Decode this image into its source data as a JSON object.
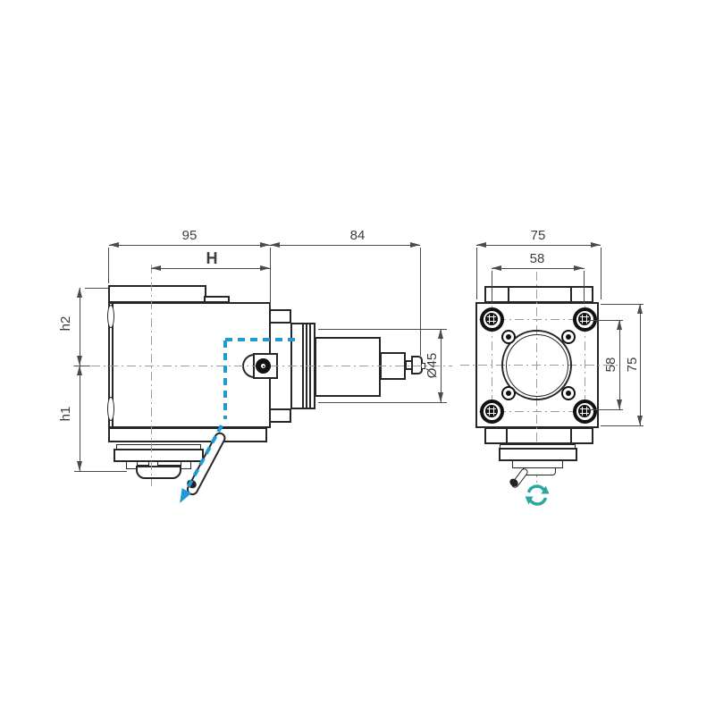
{
  "drawing": {
    "colors": {
      "outline": "#262626",
      "dimension": "#4a4a4a",
      "centerline": "#9b9b9b",
      "coolant_path_blue": "#1e9ad6",
      "rotation_arrow_teal": "#2aa79e"
    },
    "icons": {
      "coolant_flow_arrow": "dashed-blue-flow-arrow",
      "rotation_arrow": "teal-circular-rotation-arrows"
    }
  },
  "views": {
    "side": {
      "dims": {
        "width_main": "95",
        "width_spindle": "84",
        "gauge_height": "H",
        "upper_height": "h2",
        "lower_height": "h1",
        "spindle_dia": "Ø45"
      }
    },
    "front": {
      "dims": {
        "overall_width": "75",
        "bolt_spacing_h": "58",
        "bolt_spacing_v": "58",
        "overall_height": "75"
      }
    }
  }
}
